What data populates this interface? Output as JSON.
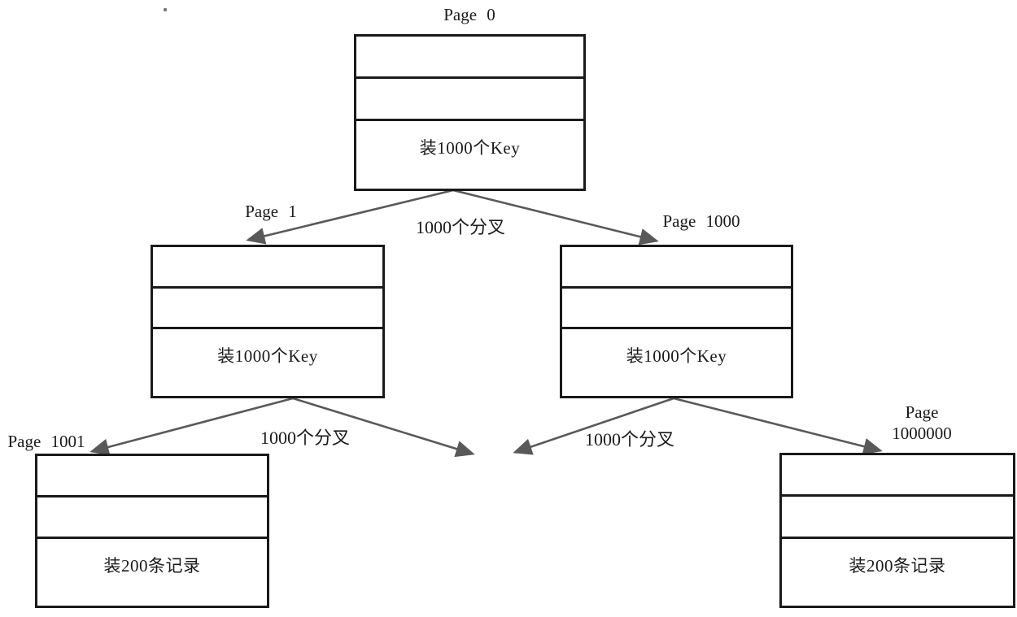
{
  "nodes": {
    "page0": {
      "label": "Page 0",
      "content": "装1000个Key"
    },
    "page1": {
      "label": "Page 1",
      "content": "装1000个Key"
    },
    "page1000": {
      "label": "Page 1000",
      "content": "装1000个Key"
    },
    "page1001": {
      "label": "Page 1001",
      "content": "装200条记录"
    },
    "page1000000": {
      "label_line1": "Page",
      "label_line2": "1000000",
      "content": "装200条记录"
    }
  },
  "edge_labels": {
    "root_fanout": "1000个分叉",
    "left_fanout": "1000个分叉",
    "right_fanout": "1000个分叉"
  },
  "colors": {
    "arrow": "#595959",
    "border": "#1a1a1a",
    "background": "#ffffff",
    "text": "#1a1a1a"
  }
}
